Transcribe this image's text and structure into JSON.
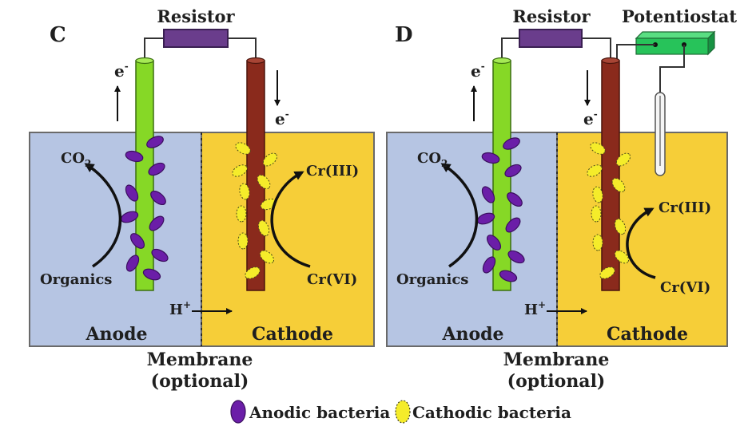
{
  "panels": [
    {
      "id": "C",
      "panel_label": "C",
      "resistor_label": "Resistor",
      "electron_up": "e",
      "electron_down": "e",
      "electron_sup": "-",
      "co2_base": "CO",
      "co2_sub": "2",
      "organics": "Organics",
      "cr3": "Cr(III)",
      "cr6": "Cr(VI)",
      "proton_base": "H",
      "proton_sup": "+",
      "anode_label": "Anode",
      "cathode_label": "Cathode",
      "membrane_label": "Membrane",
      "membrane_note": "(optional)"
    },
    {
      "id": "D",
      "panel_label": "D",
      "resistor_label": "Resistor",
      "potentiostat_label": "Potentiostat",
      "electron_up": "e",
      "electron_down": "e",
      "electron_sup": "-",
      "co2_base": "CO",
      "co2_sub": "2",
      "organics": "Organics",
      "cr3": "Cr(III)",
      "cr6": "Cr(VI)",
      "proton_base": "H",
      "proton_sup": "+",
      "anode_label": "Anode",
      "cathode_label": "Cathode",
      "membrane_label": "Membrane",
      "membrane_note": "(optional)"
    }
  ],
  "legend": {
    "anodic": "Anodic bacteria",
    "cathodic": "Cathodic bacteria"
  },
  "colors": {
    "anode_chamber": "#b6c5e3",
    "cathode_chamber": "#f6ce38",
    "anode_rod": "#86d826",
    "cathode_rod": "#8a2a1c",
    "resistor": "#6a3d8c",
    "potentiostat": "#27c35a",
    "anodic_bacteria": "#6b1ea8",
    "cathodic_bacteria": "#f5ec2a"
  }
}
